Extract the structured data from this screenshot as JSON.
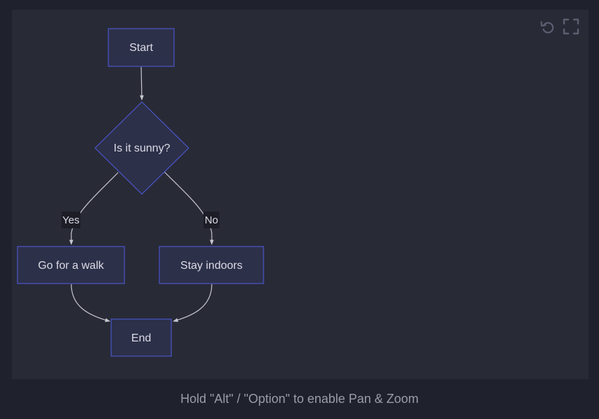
{
  "colors": {
    "node_fill": "#2d3049",
    "node_stroke": "#4b55c8",
    "edge": "#c8c8d2",
    "edge_label_bg": "#1c1d26",
    "icon": "#5c5f70"
  },
  "controls": {
    "reset_icon": "undo-icon",
    "fullscreen_icon": "fullscreen-icon"
  },
  "diagram": {
    "nodes": {
      "start": "Start",
      "decision": "Is it sunny?",
      "walk": "Go for a walk",
      "indoors": "Stay indoors",
      "end": "End"
    },
    "edge_labels": {
      "yes": "Yes",
      "no": "No"
    }
  },
  "hint": "Hold \"Alt\" / \"Option\" to enable Pan & Zoom"
}
